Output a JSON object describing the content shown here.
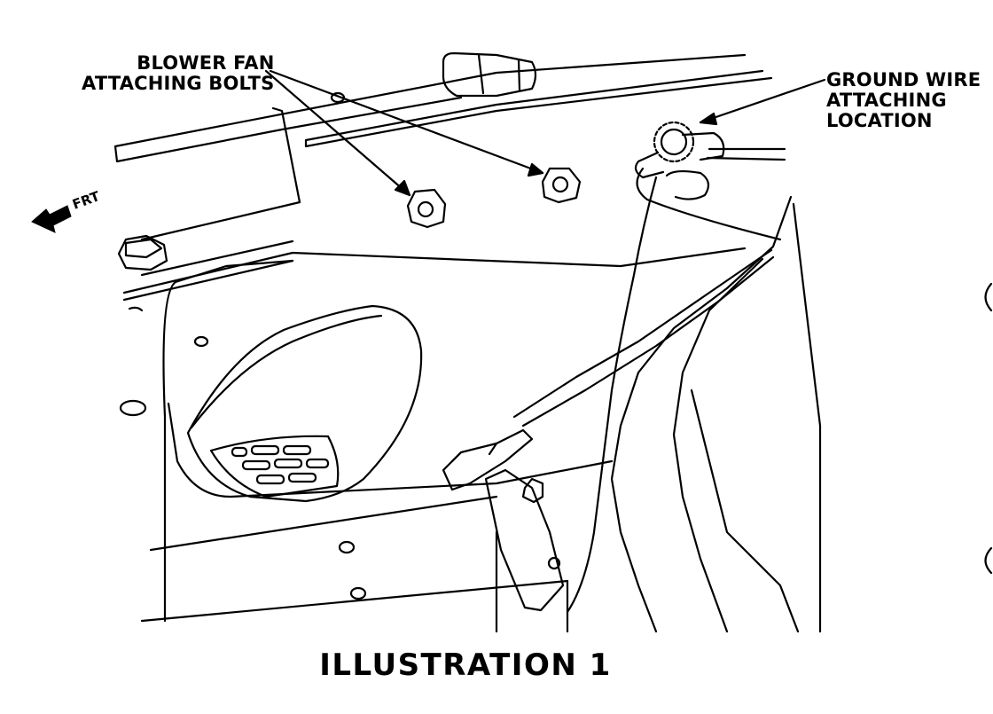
{
  "labels": {
    "blower_fan_bolts": [
      "BLOWER FAN",
      "ATTACHING BOLTS"
    ],
    "ground_wire": [
      "GROUND WIRE",
      "ATTACHING",
      "LOCATION"
    ],
    "front_direction": "FRT"
  },
  "caption": "ILLUSTRATION 1"
}
